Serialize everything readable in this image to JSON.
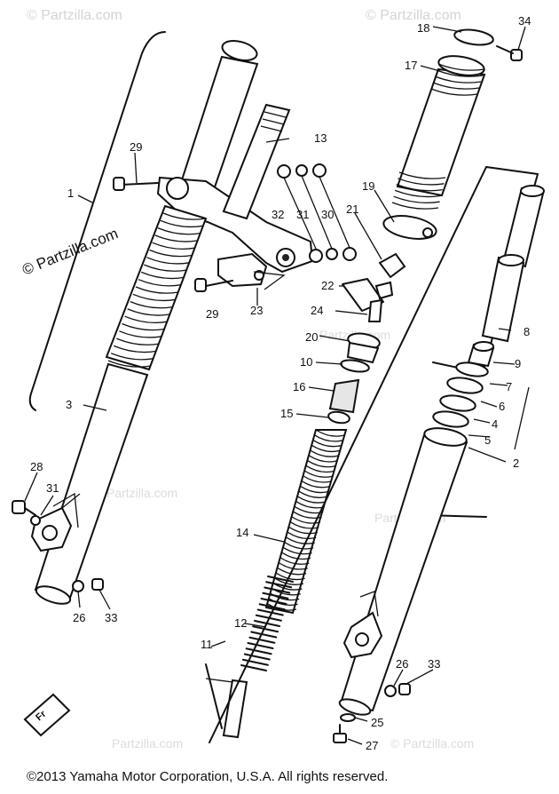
{
  "watermarks": {
    "site_top_left": "© Partzilla.com",
    "site_top_right": "© Partzilla.com",
    "site_left_middle": "© Partzilla.com",
    "site_mid1": "Partzilla.com",
    "site_mid2": "Partzilla.com",
    "site_mid3": "Partzilla.com",
    "site_bottom_left": "Partzilla.com",
    "site_bottom_right": "© Partzilla.com"
  },
  "callouts": {
    "n1": "1",
    "n2": "2",
    "n3": "3",
    "n4": "4",
    "n5": "5",
    "n6": "6",
    "n7": "7",
    "n8": "8",
    "n9": "9",
    "n10": "10",
    "n11": "11",
    "n12": "12",
    "n13": "13",
    "n14": "14",
    "n15": "15",
    "n16": "16",
    "n17": "17",
    "n18": "18",
    "n19": "19",
    "n20": "20",
    "n21": "21",
    "n22": "22",
    "n23": "23",
    "n24": "24",
    "n25": "25",
    "n26a": "26",
    "n26b": "26",
    "n27": "27",
    "n28": "28",
    "n29a": "29",
    "n29b": "29",
    "n30": "30",
    "n31a": "31",
    "n31b": "31",
    "n32": "32",
    "n33a": "33",
    "n33b": "33",
    "n34": "34"
  },
  "footer": {
    "copyright": "©2013  Yamaha Motor Corporation, U.S.A. All rights reserved."
  }
}
